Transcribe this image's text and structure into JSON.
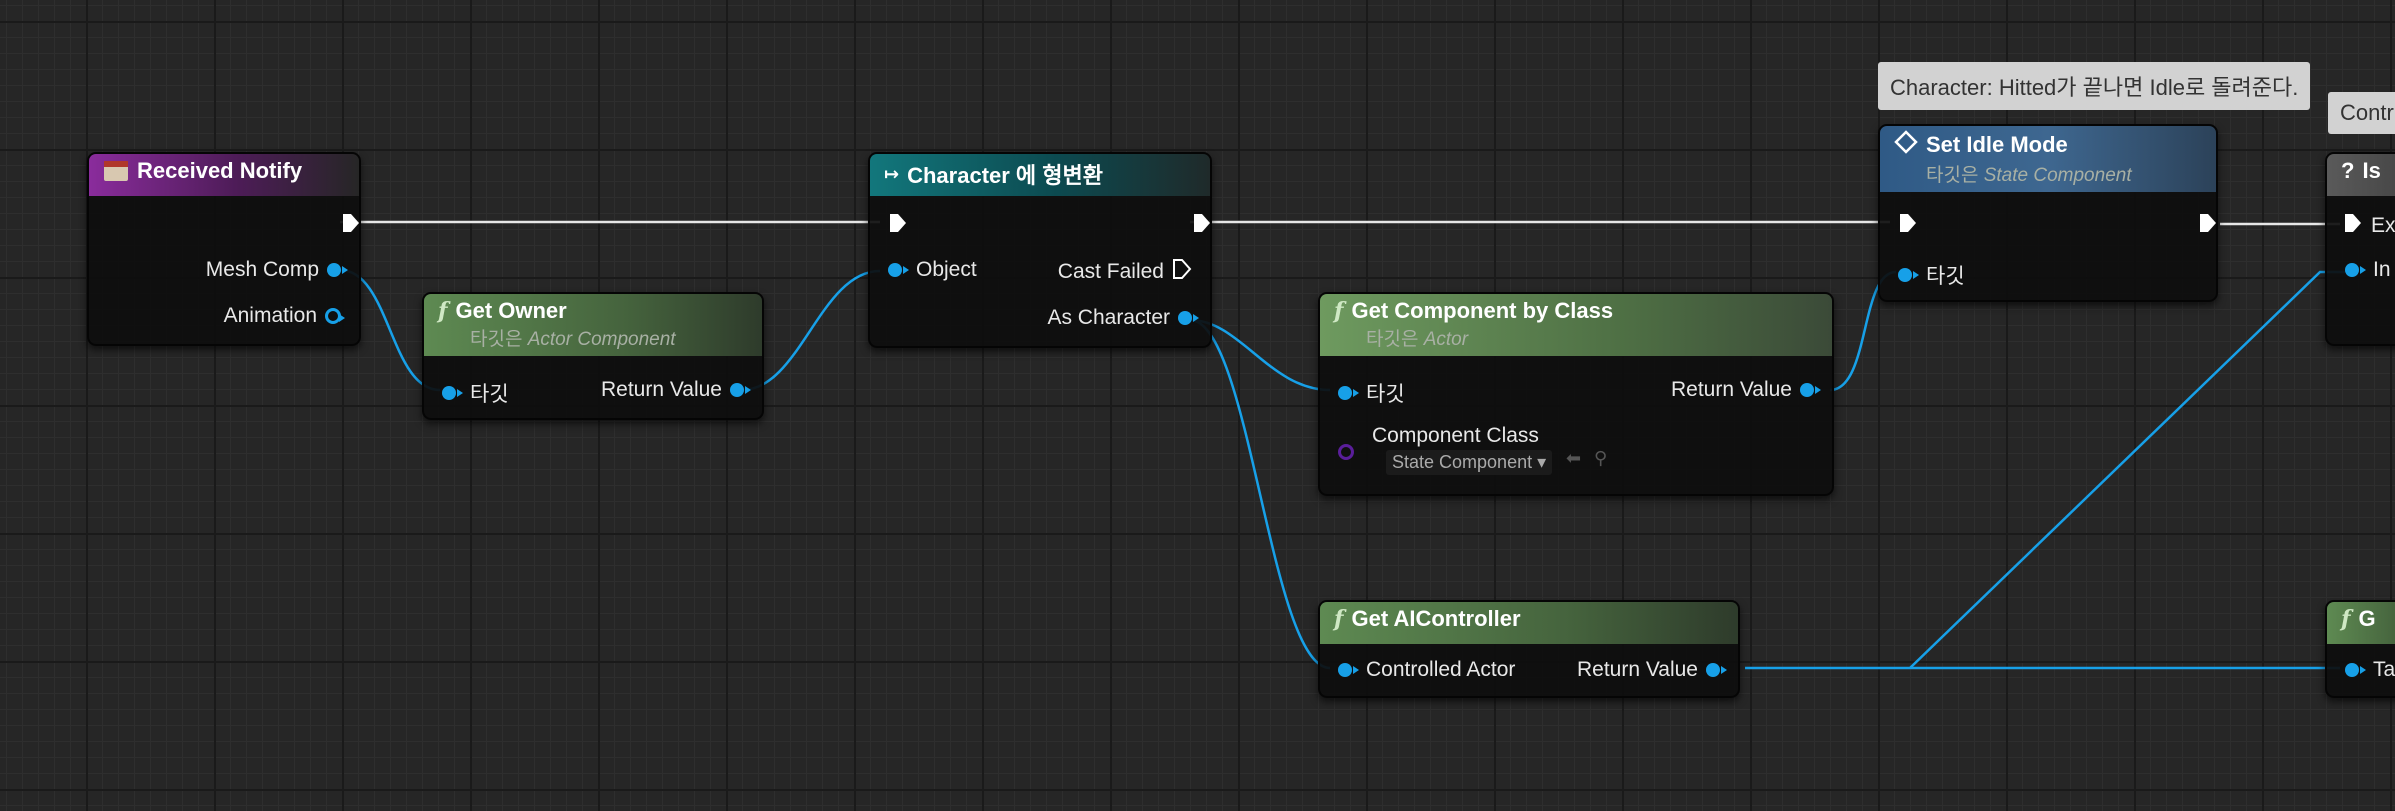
{
  "colors": {
    "exec": "#ffffff",
    "object_pin": "#17a0e8",
    "class_pin": "#5a1e9a",
    "event_header": "#8a2c9c",
    "cast_header": "#12777c",
    "function_header": "#5e8a52",
    "set_header": "#2f5a86"
  },
  "nodes": {
    "received_notify": {
      "title": "Received Notify",
      "pins": {
        "mesh_comp": "Mesh Comp",
        "animation": "Animation"
      }
    },
    "get_owner": {
      "title": "Get Owner",
      "sub_prefix": "타깃은 ",
      "sub_target": "Actor Component",
      "pins": {
        "target": "타깃",
        "return": "Return Value"
      }
    },
    "cast": {
      "title": "Character 에 형변환",
      "pins": {
        "object": "Object",
        "cast_failed": "Cast Failed",
        "as_character": "As Character"
      }
    },
    "get_component": {
      "title": "Get Component by Class",
      "sub_prefix": "타깃은 ",
      "sub_target": "Actor",
      "pins": {
        "target": "타깃",
        "return": "Return Value",
        "component_class": "Component Class"
      },
      "class_value": "State Component"
    },
    "get_aicontroller": {
      "title": "Get AIController",
      "pins": {
        "controlled_actor": "Controlled Actor",
        "return": "Return Value"
      }
    },
    "set_idle": {
      "title": "Set Idle Mode",
      "sub_prefix": "타깃은 ",
      "sub_target": "State Component",
      "pins": {
        "target": "타깃"
      }
    },
    "is_node": {
      "title": "Is",
      "pins": {
        "exec_in": "Ex",
        "in": "In"
      }
    },
    "get_partial": {
      "title": "G",
      "pins": {
        "target": "Ta"
      }
    }
  },
  "comments": {
    "set_idle": "Character: Hitted가 끝나면 Idle로 돌려준다.",
    "right": "Contr"
  }
}
